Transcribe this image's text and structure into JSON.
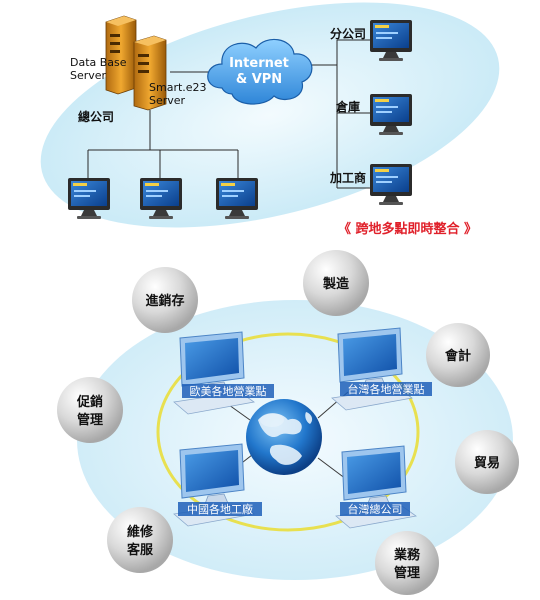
{
  "top": {
    "db_server": [
      "Data Base",
      "Server"
    ],
    "app_server": [
      "Smart.e23",
      "Server"
    ],
    "head_office": "總公司",
    "cloud": [
      "Internet",
      "& VPN"
    ],
    "branches": [
      "分公司",
      "倉庫",
      "加工商"
    ],
    "slogan": "《 跨地多點即時整合 》"
  },
  "bottom": {
    "sites": [
      "歐美各地營業點",
      "台灣各地營業點",
      "中國各地工廠",
      "台灣總公司"
    ],
    "modules": [
      {
        "lines": [
          "進銷存"
        ]
      },
      {
        "lines": [
          "製造"
        ]
      },
      {
        "lines": [
          "會計"
        ]
      },
      {
        "lines": [
          "促銷",
          "管理"
        ]
      },
      {
        "lines": [
          "貿易"
        ]
      },
      {
        "lines": [
          "維修",
          "客服"
        ]
      },
      {
        "lines": [
          "業務",
          "管理"
        ]
      }
    ]
  },
  "colors": {
    "accent": "#1f5fb8",
    "bubble": "#c8c8c8",
    "ring": "#e8e050",
    "slogan": "#e0202a",
    "ellipse": "#d6f0fa"
  }
}
